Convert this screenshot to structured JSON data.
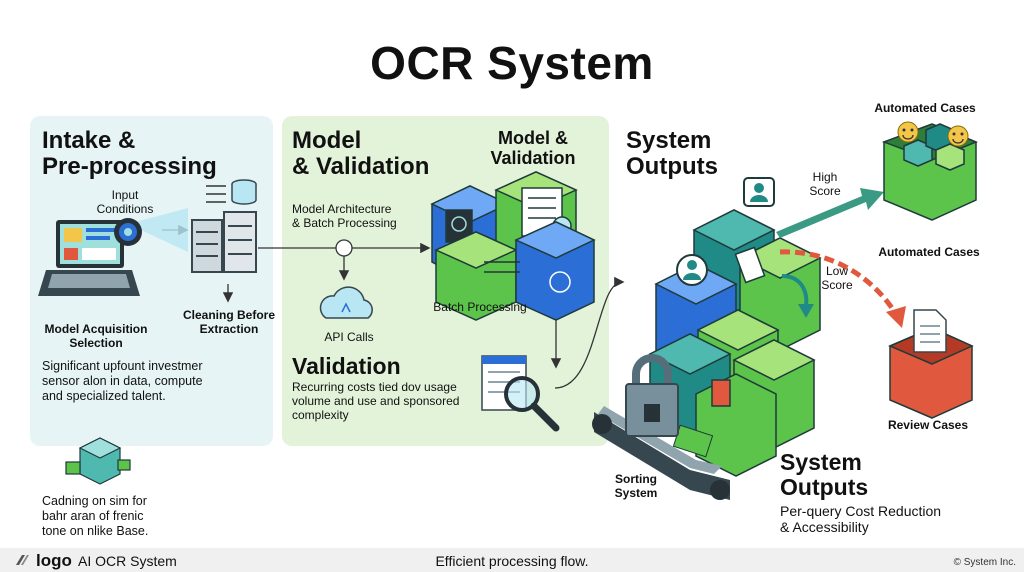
{
  "title": "OCR System",
  "intake": {
    "heading_line1": "Intake &",
    "heading_line2": "Pre-processing",
    "input_label_line1": "Input",
    "input_label_line2": "Conditions",
    "acq_label_line1": "Model Acquisition",
    "acq_label_line2": "Selection",
    "cleaning_label_line1": "Cleaning Before",
    "cleaning_label_line2": "Extraction",
    "desc_line1": "Significant upfount investmer",
    "desc_line2": "sensor alon in data, compute",
    "desc_line3": "and specialized talent.",
    "note_line1": "Cadning on sim for",
    "note_line2": "bahr aran of frenic",
    "note_line3": "tone on nlike Base."
  },
  "model": {
    "heading_line1": "Model",
    "heading_line2": "& Validation",
    "sub_heading_line1": "Model &",
    "sub_heading_line2": "Validation",
    "arch_line1": "Model Architecture",
    "arch_line2": "& Batch Processing",
    "api_label": "API Calls",
    "batch_label": "Batch Processing",
    "validation_heading": "Validation",
    "validation_line1": "Recurring costs tied dov usage",
    "validation_line2": "volume and use and sponsored",
    "validation_line3": "complexity"
  },
  "outputs": {
    "heading_line1": "System",
    "heading_line2": "Outputs",
    "automated_top": "Automated Cases",
    "automated_mid": "Automated Cases",
    "high_line1": "High",
    "high_line2": "Score",
    "low_line1": "Low",
    "low_line2": "Score",
    "review_label": "Review Cases",
    "sorting_line1": "Sorting",
    "sorting_line2": "System",
    "bottom_heading_line1": "System",
    "bottom_heading_line2": "Outputs",
    "bottom_desc_line1": "Per-query Cost Reduction",
    "bottom_desc_line2": "& Accessibility"
  },
  "footer": {
    "logo": "logo",
    "app_name": "AI OCR System",
    "tagline": "Efficient processing flow.",
    "copyright": "© System Inc."
  },
  "colors": {
    "intake_panel": "#e6f4f5",
    "model_panel": "#e3f3da",
    "green": "#5cc44a",
    "teal": "#1f8a86",
    "blue": "#2b6fd6",
    "high_arrow": "#3a9a83",
    "low_arrow": "#e0593f",
    "review_box": "#e0593f"
  },
  "icons": [
    "laptop-icon",
    "camera-lens-icon",
    "server-icon",
    "database-icon",
    "cloud-icon",
    "report-magnifier-icon",
    "user-icon",
    "smiley-icon",
    "document-icon",
    "padlock-icon",
    "conveyor-icon",
    "cube-stack-icon"
  ]
}
